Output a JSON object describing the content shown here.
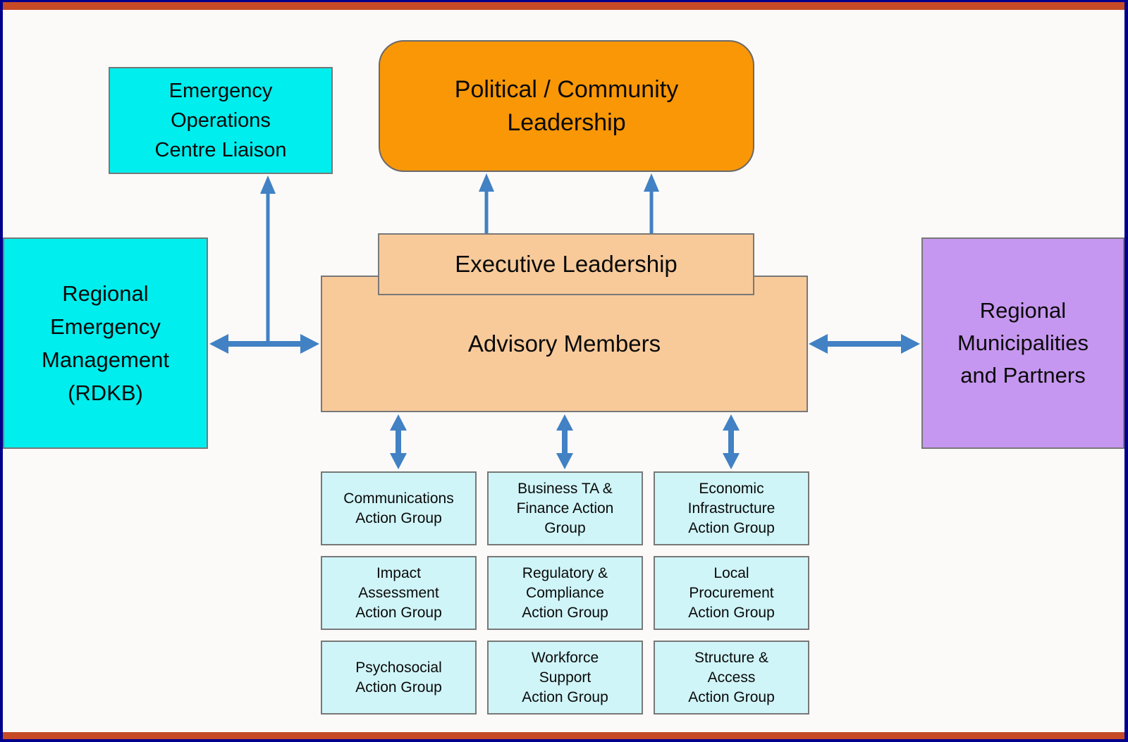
{
  "colors": {
    "navy": "#00008B",
    "red": "#C64A26",
    "bg": "#FBFAF8",
    "cyan": "#00EEEE",
    "orange": "#F99706",
    "peach": "#F8CA9A",
    "lightcyan": "#D0F5F8",
    "purple": "#C697F0",
    "arrow": "#4181C4",
    "bordergray": "#787878",
    "text": "#0a0a0a"
  },
  "nodes": {
    "eoc": {
      "label": "Emergency\nOperations\nCentre Liaison"
    },
    "political": {
      "label": "Political / Community\nLeadership"
    },
    "executive": {
      "label": "Executive Leadership"
    },
    "advisory": {
      "label": "Advisory Members"
    },
    "rdkb": {
      "label": "Regional\nEmergency\nManagement\n(RDKB)"
    },
    "municipalities": {
      "label": "Regional\nMunicipalities\nand Partners"
    }
  },
  "action_groups": [
    {
      "label": "Communications\nAction Group"
    },
    {
      "label": "Business TA &\nFinance Action\nGroup"
    },
    {
      "label": "Economic\nInfrastructure\nAction Group"
    },
    {
      "label": "Impact\nAssessment\nAction Group"
    },
    {
      "label": "Regulatory &\nCompliance\nAction Group"
    },
    {
      "label": "Local\nProcurement\nAction Group"
    },
    {
      "label": "Psychosocial\nAction Group"
    },
    {
      "label": "Workforce\nSupport\nAction Group"
    },
    {
      "label": "Structure &\nAccess\nAction Group"
    }
  ]
}
